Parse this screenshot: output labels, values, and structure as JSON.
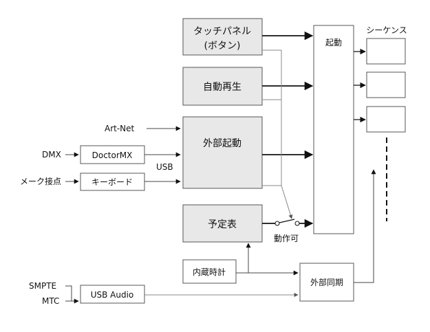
{
  "nodes": {
    "touch_panel": {
      "line1": "タッチパネル",
      "line2": "(ボタン)"
    },
    "auto_play": "自動再生",
    "external_start": "外部起動",
    "schedule": "予定表",
    "start": "起動",
    "doctormx": "DoctorMX",
    "keyboard": "キーボード",
    "internal_clock": "内蔵時計",
    "usb_audio": "USB Audio",
    "external_sync": "外部同期"
  },
  "labels": {
    "sequence": "シーケンス",
    "art_net": "Art-Net",
    "dmx": "DMX",
    "make_contact": "メーク接点",
    "usb": "USB",
    "operation_enable": "動作可",
    "smpte": "SMPTE",
    "mtc": "MTC"
  },
  "colors": {
    "shaded_fill": "#e8e8e8",
    "box_stroke": "#555555",
    "line": "#111111",
    "thin_line": "#888888"
  }
}
